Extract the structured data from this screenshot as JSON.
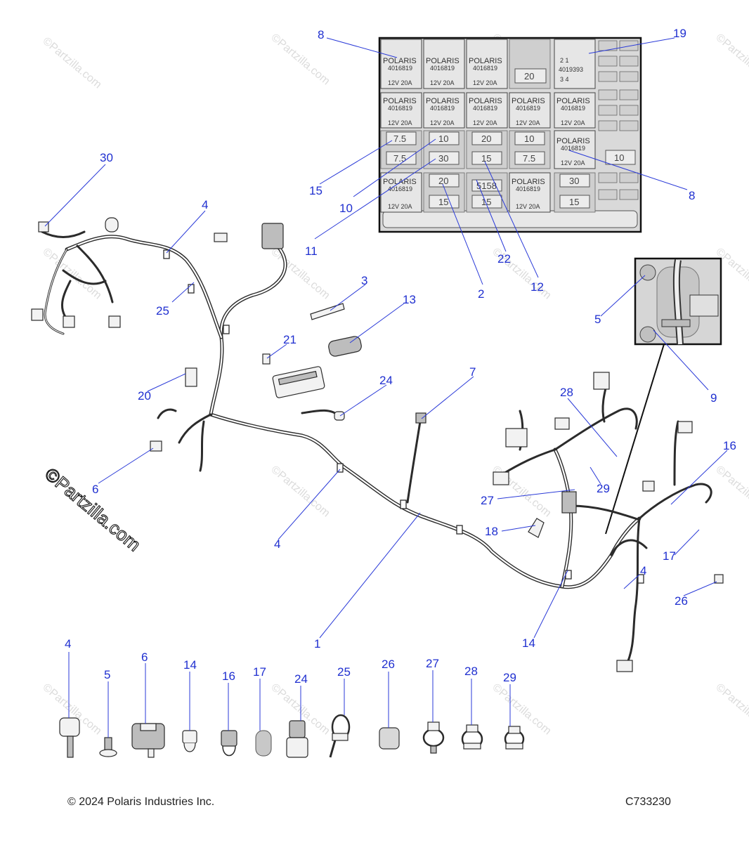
{
  "watermark": "©Partzilla.com",
  "logo_text": "©Partzilla.com",
  "footer": {
    "copyright": "© 2024 Polaris Industries Inc.",
    "drawing_number": "C733230"
  },
  "callouts": {
    "c8a": "8",
    "c19": "19",
    "c15": "15",
    "c10": "10",
    "c11": "11",
    "c8b": "8",
    "c22": "22",
    "c12": "12",
    "c2": "2",
    "c30": "30",
    "c4a": "4",
    "c25": "25",
    "c3": "3",
    "c13": "13",
    "c5": "5",
    "c9": "9",
    "c21": "21",
    "c20": "20",
    "c24": "24",
    "c7": "7",
    "c28": "28",
    "c16": "16",
    "c6": "6",
    "c29": "29",
    "c27": "27",
    "c18": "18",
    "c4b": "4",
    "c17": "17",
    "c26": "26",
    "c4c": "4",
    "c1": "1",
    "c14": "14"
  },
  "hardware_row": [
    {
      "id": "4"
    },
    {
      "id": "5"
    },
    {
      "id": "6"
    },
    {
      "id": "14"
    },
    {
      "id": "16"
    },
    {
      "id": "17"
    },
    {
      "id": "24"
    },
    {
      "id": "25"
    },
    {
      "id": "26"
    },
    {
      "id": "27"
    },
    {
      "id": "28"
    },
    {
      "id": "29"
    }
  ],
  "fuse_box": {
    "relay_brand": "POLARIS",
    "relay_part": "4016819",
    "relay_rating": "12V  20A",
    "block_top": "2     1",
    "block_part": "4019393",
    "block_bottom": "3     4",
    "fuses": {
      "r1c4": "20",
      "r3c1a": "7.5",
      "r3c1b": "7.5",
      "r3c2a": "10",
      "r3c2b": "30",
      "r3c3a": "20",
      "r3c3b": "15",
      "r3c4a": "10",
      "r3c4b": "7.5",
      "r3c6": "10",
      "r4c2a": "20",
      "r4c2b": "15",
      "r4c3a": "5158",
      "r4c3b": "15",
      "r4c5a": "30",
      "r4c5b": "15"
    }
  }
}
